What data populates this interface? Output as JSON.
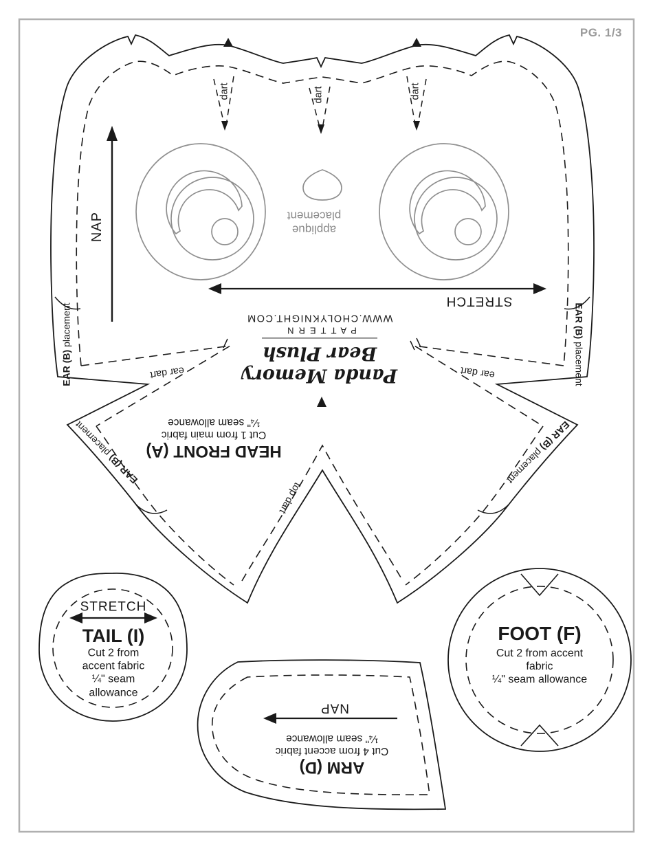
{
  "page": {
    "label": "PG. 1/3"
  },
  "head_piece": {
    "title_line1": "Panda Memory",
    "title_line2": "Bear Plush",
    "brand_type": "PATTERN",
    "website": "WWW.CHOLYKNIGHT.COM",
    "name": "HEAD FRONT (A)",
    "cut": "Cut 1 from main fabric",
    "seam": "¼\" seam allowance",
    "nap": "NAP",
    "stretch": "STRETCH",
    "applique_line1": "applique",
    "applique_line2": "placement",
    "dart": "dart",
    "ear_dart": "ear dart",
    "top_dart": "top dart",
    "ear_placement_bold": "EAR (B)",
    "ear_placement_rest": " placement"
  },
  "tail_piece": {
    "stretch": "STRETCH",
    "name": "TAIL (I)",
    "cut_lines": [
      "Cut 2 from",
      "accent fabric",
      "¼\" seam",
      "allowance"
    ]
  },
  "arm_piece": {
    "nap": "NAP",
    "name": "ARM (D)",
    "cut": "Cut 4 from accent fabric",
    "seam": "¼\" seam allowance"
  },
  "foot_piece": {
    "name": "FOOT (F)",
    "cut_lines": [
      "Cut 2 from accent",
      "fabric",
      "¼\" seam allowance"
    ]
  },
  "colors": {
    "outline": "#1a1a1a",
    "applique_gray": "#8f8f8f",
    "page_border": "#b0b0b0",
    "page_label": "#9a9a9a"
  }
}
